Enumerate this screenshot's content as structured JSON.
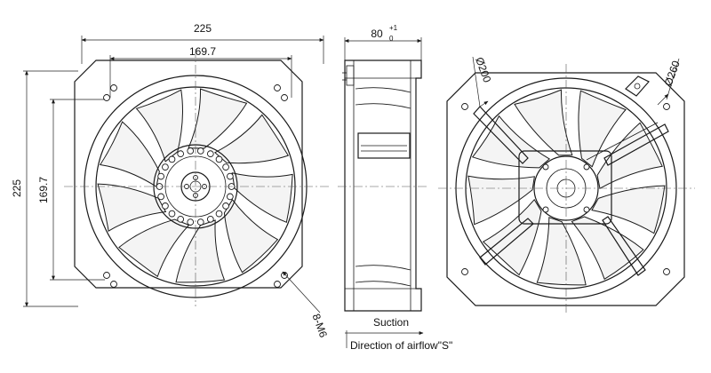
{
  "dimensions": {
    "overall_width": "225",
    "hole_spacing_horizontal": "169.7",
    "overall_height": "225",
    "hole_spacing_vertical": "169.7",
    "depth_value": "80",
    "depth_tol_upper": "+1",
    "depth_tol_lower": "0",
    "diameter_inner": "Ø200",
    "diameter_outer": "Ø260",
    "mounting_holes": "8-M6"
  },
  "labels": {
    "suction": "Suction",
    "airflow_direction": "Direction of airflow\"S\""
  }
}
